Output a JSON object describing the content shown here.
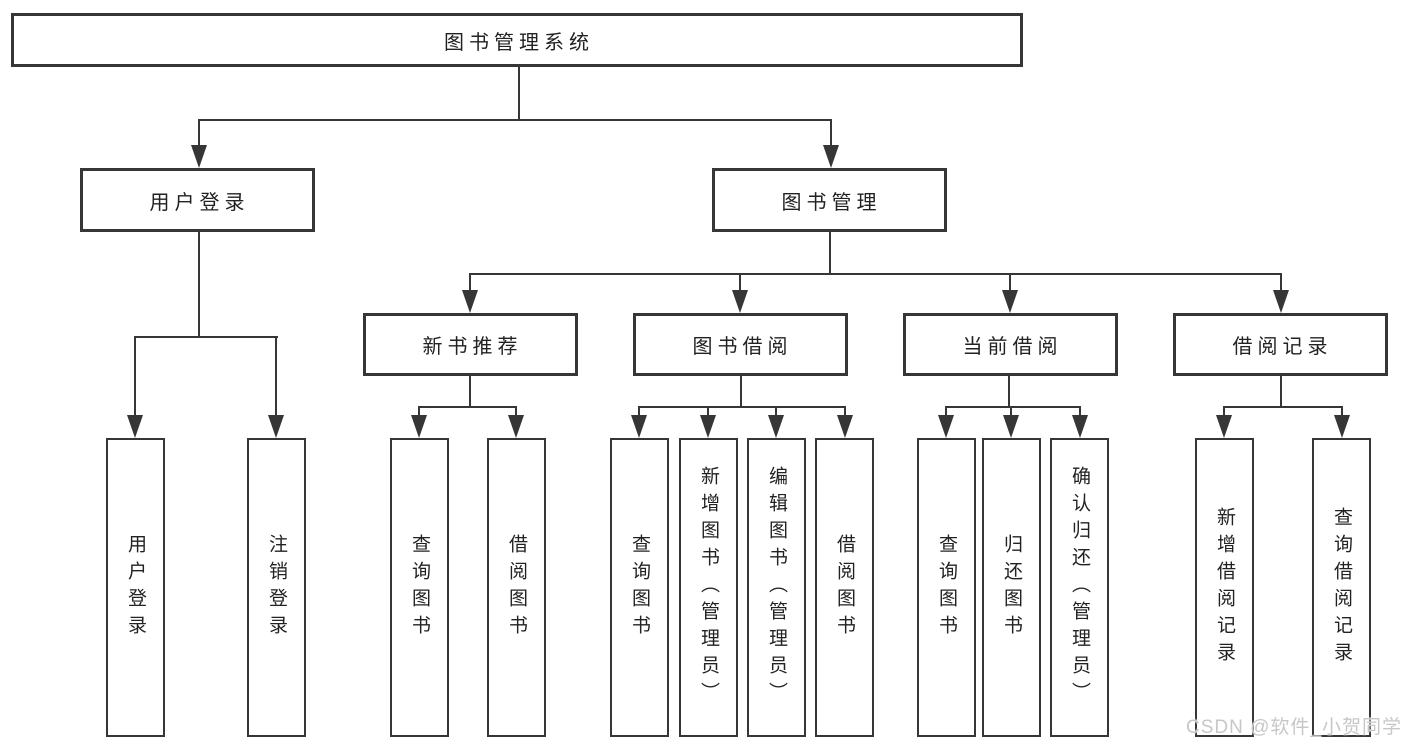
{
  "diagram": {
    "root": {
      "label": "图书管理系统"
    },
    "level1": [
      {
        "label": "用户登录"
      },
      {
        "label": "图书管理"
      }
    ],
    "level2": [
      {
        "label": "新书推荐"
      },
      {
        "label": "图书借阅"
      },
      {
        "label": "当前借阅"
      },
      {
        "label": "借阅记录"
      }
    ],
    "leaves": {
      "user_login": [
        {
          "label": "用户登录"
        },
        {
          "label": "注销登录"
        }
      ],
      "new_book_rec": [
        {
          "label": "查询图书"
        },
        {
          "label": "借阅图书"
        }
      ],
      "book_borrow": [
        {
          "label": "查询图书"
        },
        {
          "label": "新增图书（管理员）"
        },
        {
          "label": "编辑图书（管理员）"
        },
        {
          "label": "借阅图书"
        }
      ],
      "current_borrow": [
        {
          "label": "查询图书"
        },
        {
          "label": "归还图书"
        },
        {
          "label": "确认归还（管理员）"
        }
      ],
      "borrow_records": [
        {
          "label": "新增借阅记录"
        },
        {
          "label": "查询借阅记录"
        }
      ]
    },
    "watermark": "CSDN @软件_小贺同学",
    "colors": {
      "line": "#363636",
      "text": "#222222",
      "background": "#ffffff",
      "watermark": "#c7c7c7"
    }
  }
}
